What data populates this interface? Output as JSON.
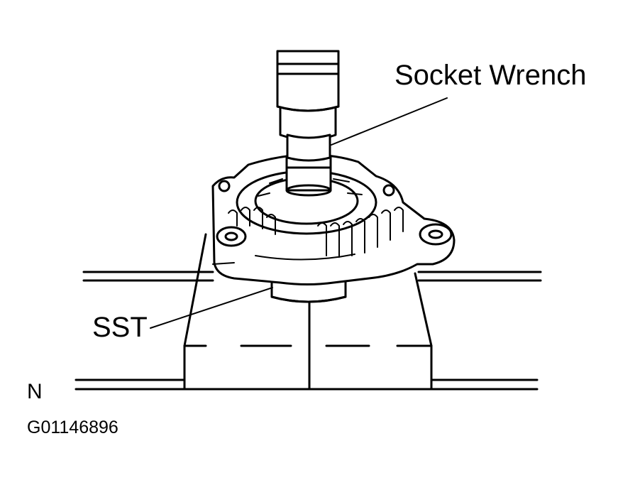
{
  "labels": {
    "socket_wrench": "Socket Wrench",
    "sst": "SST",
    "orientation": "N",
    "figure_code": "G01146896"
  },
  "colors": {
    "line": "#000000",
    "background": "#ffffff"
  }
}
